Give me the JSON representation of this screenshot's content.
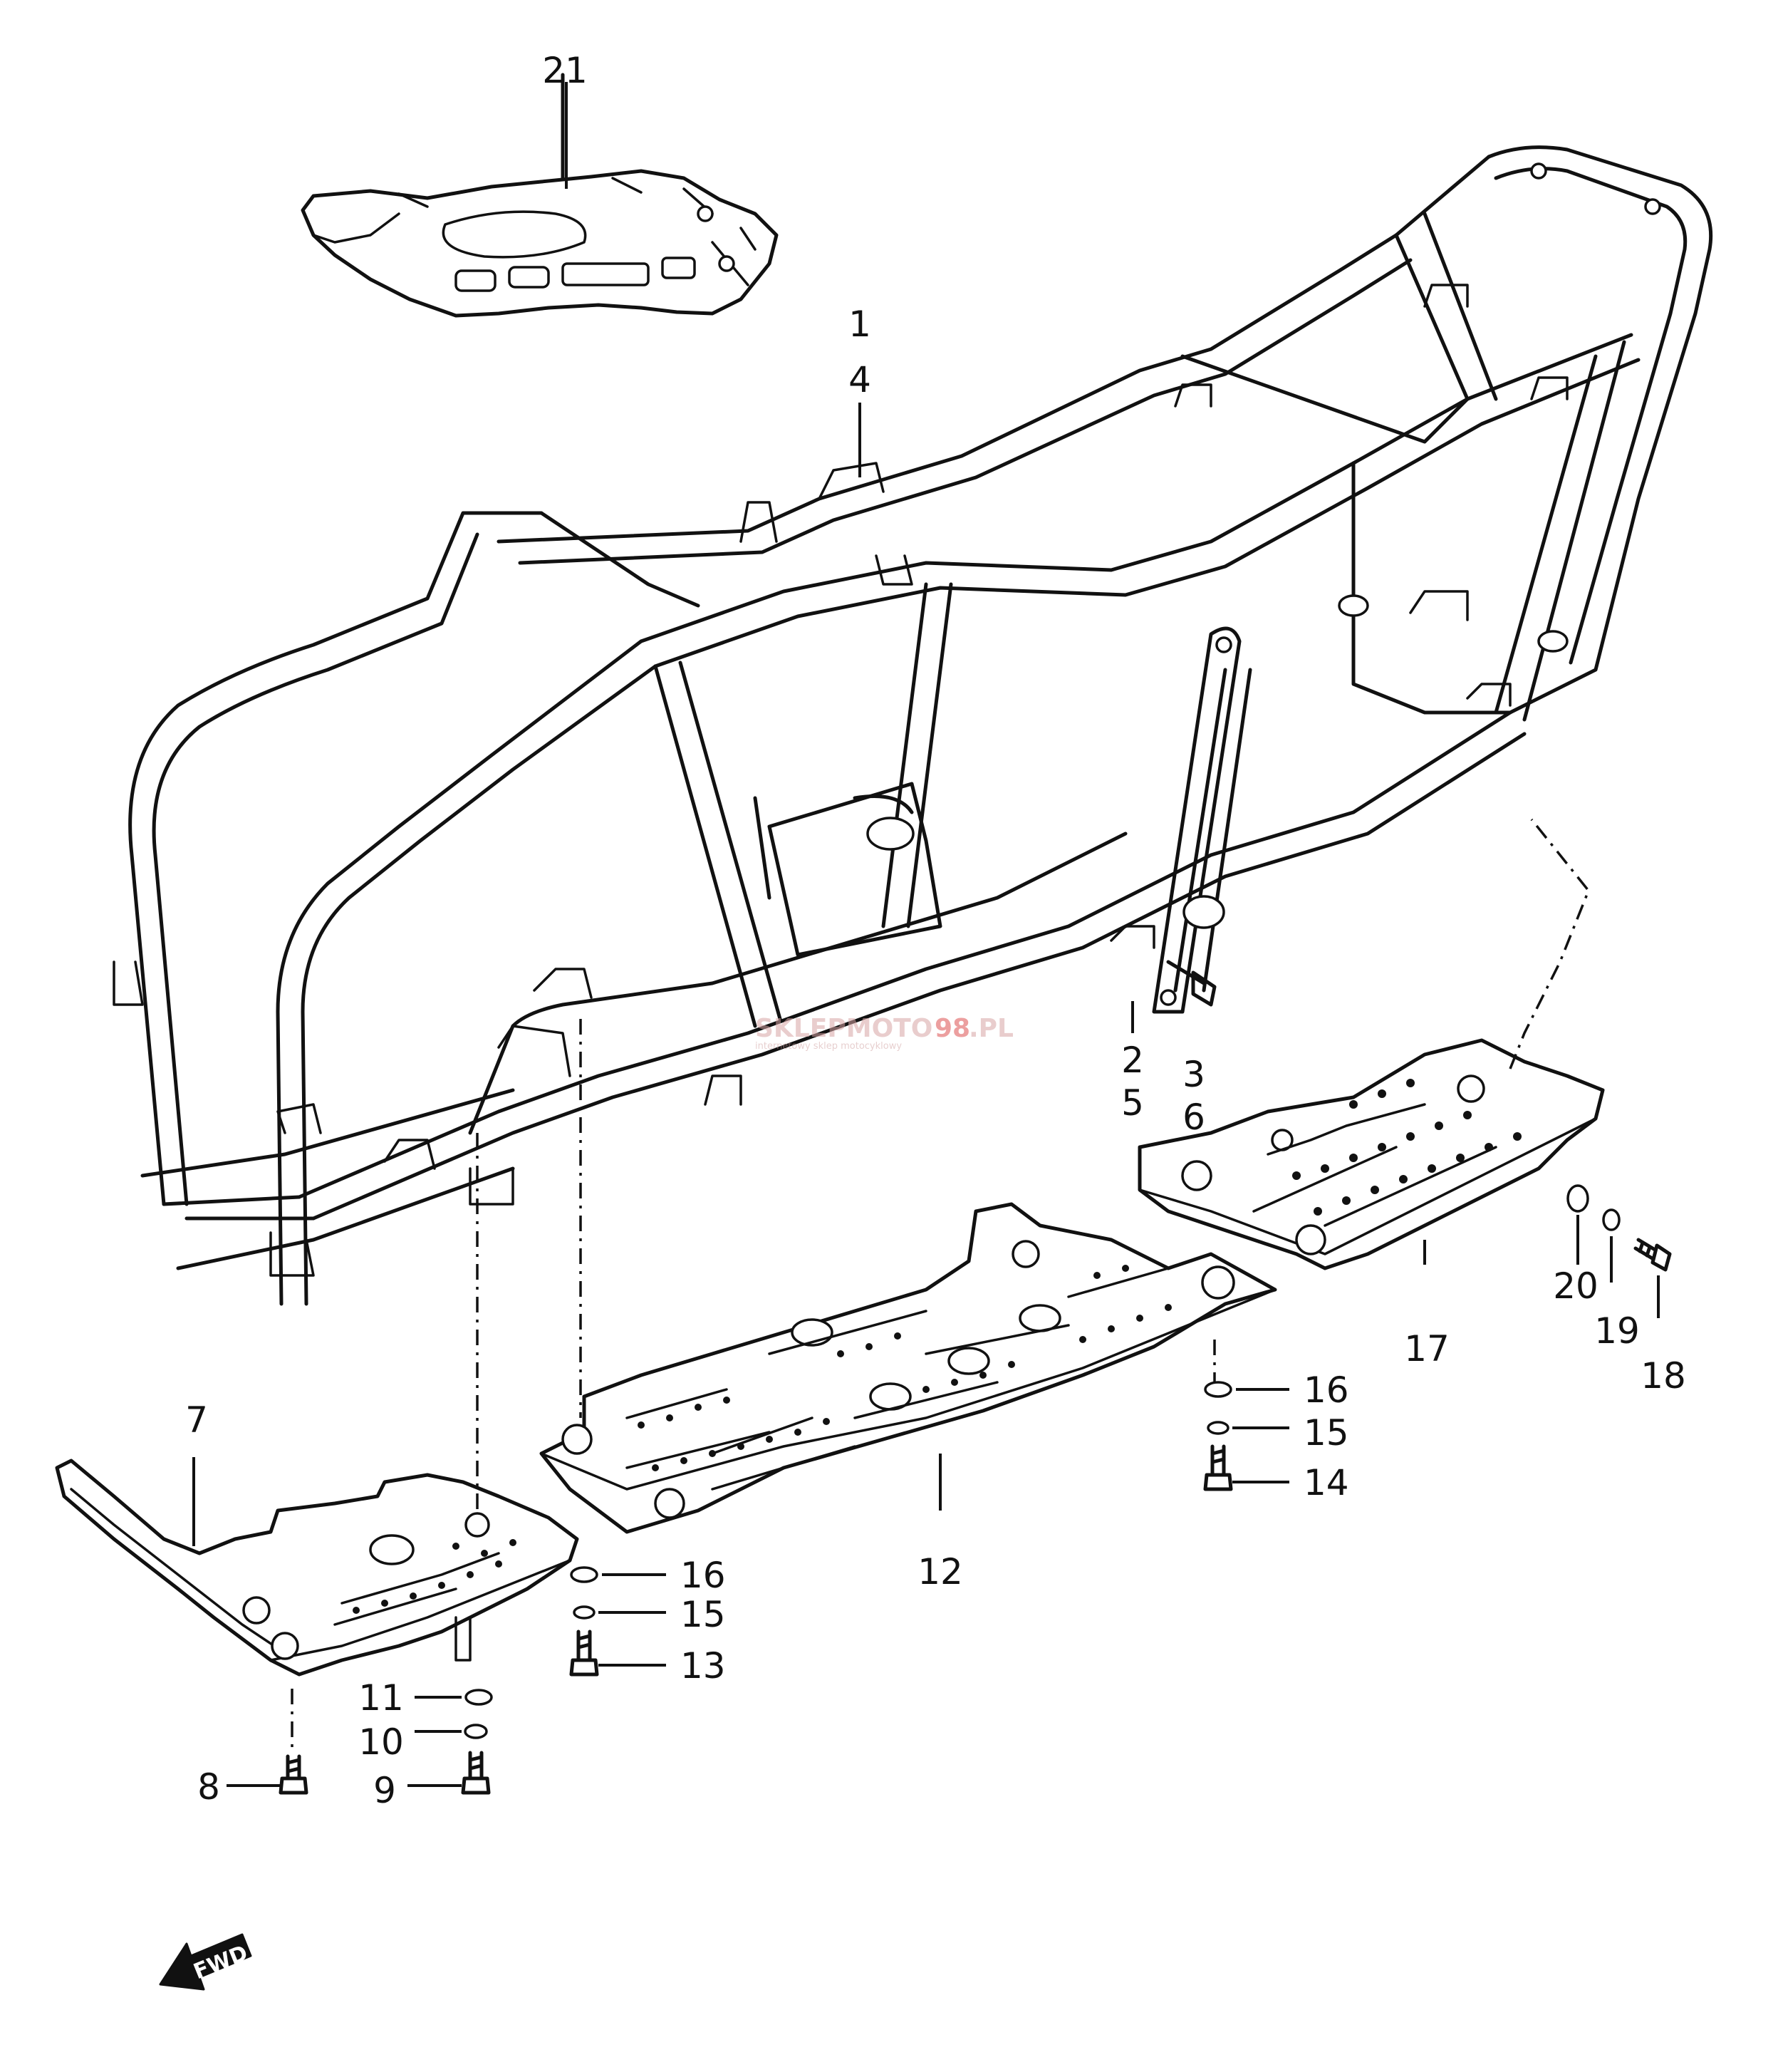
{
  "parts": {
    "p1": "1",
    "p4": "4",
    "p21": "21",
    "p2": "2",
    "p5": "5",
    "p3": "3",
    "p6": "6",
    "p7": "7",
    "p8": "8",
    "p9": "9",
    "p10": "10",
    "p11": "11",
    "p12": "12",
    "p13": "13",
    "p14": "14",
    "p15a": "15",
    "p15b": "15",
    "p16a": "16",
    "p16b": "16",
    "p17": "17",
    "p18": "18",
    "p19": "19",
    "p20": "20"
  },
  "watermark": {
    "brand_a": "SKLEPMOTO",
    "brand_b": "98",
    "brand_c": ".PL",
    "tagline": "internetowy sklep motocyklowy"
  },
  "direction_arrow": {
    "label": "FWD"
  }
}
